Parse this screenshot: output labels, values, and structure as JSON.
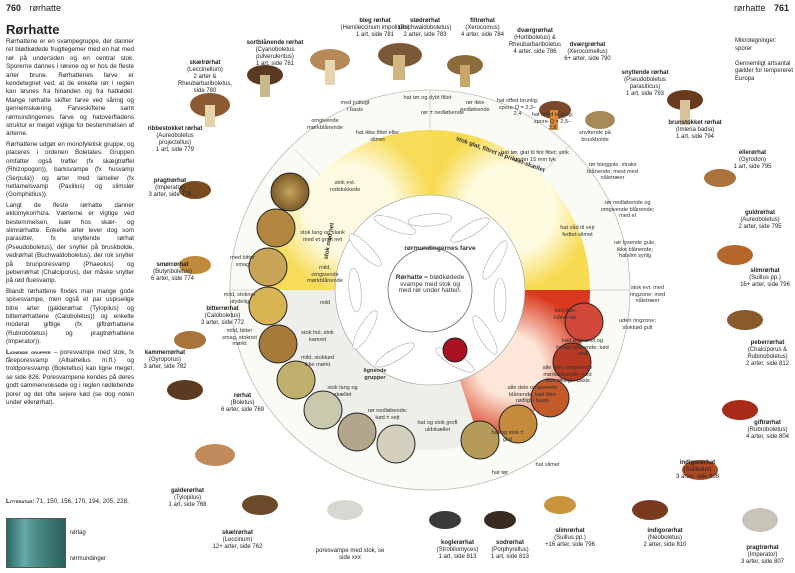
{
  "header": {
    "left_page": "760",
    "left_title": "rørhatte",
    "right_title": "rørhatte",
    "right_page": "761"
  },
  "intro": {
    "title": "Rørhatte",
    "paragraphs": [
      "Rørhattene er en svampegruppe, der danner ret blødkødede frugtlegemer med en hat med rør på undersiden og en central stok. Sporerne dannes i rørene og er hos de fleste arter brune. Rørhattenes farve er kendetegnet ved, at de enkelte rør i reglen kan løsnes fra hinanden og fra hatkødet. Mange rørhatte skifter farve ved såring og gennemskæring. Farveskiftene samt rørmundingernes farve og hatoverfladens struktur er meget vigtige for bestemmelsen af arterne.",
      "Rørhattene udgør en monofyletisk gruppe, og placeres i ordenen Boletales. Gruppen omfatter også trøfler (fx skægtrøffel (Rhizopogon)), barksvampe (fx husvamp (Serpula)) og arter med lameller (fx netlamelsvamp (Paxillus) og slimslør (Gomphidius)).",
      "Langt de fleste rørhatte danner ektomykorrhiza. Værterne er vigtige ved bestemmelsen, især hos skær- og slimrørhatte. Enkelte arter lever dog som parasitter, fx snyltende rørhat (Pseudoboletus), der snylter på bruskbolde, vedrørhat (Buchwaldoboletus), der rok snylter på brunporesvamp (Phaeolus) og peberrørhat (Chalciporus), der måske snylter på rød fluesvamp.",
      "Blandt rørhattene findes man mange gode spisesvampe, men også et par uspiselige bitre arter (galderørhat (Tylopilus) og bitterrørhattene (Caloboletus)) og enkelte moderat giftige (fx giftrørhattene (Rubroboletus) og pragtrørhattene (Imperator))."
    ],
    "similar_heading": "Lignende grupper",
    "similar_text": "– poresvampe med stok, fx fåreporesvamp (Albatrellus m.fl.) og troldporesvamp (Boletellus) kan ligne meget, se side 826. Poresvampene kendes på deres godt sammenvoksede og i reglen rødlebende porer og det ofte sejere kød (se dog noten under ellerørhat).",
    "literature_heading": "Litteratur:",
    "literature_text": "71, 150, 156, 170, 194, 205, 228."
  },
  "figure": {
    "label_tubes": "rørlag",
    "label_pores": "rørmundinger"
  },
  "right_note": "Mikrotegninger: sporer\n\nGennemligt artsantal gælder for tempereret Europa",
  "wheel": {
    "center_title": "Rørhatte",
    "center_text": "= blødkødede svampe med stok og med rør under hatten.",
    "ring_inner_label": "rørmundingernes farve",
    "ring_top_label": "stok glat, filtret til prikket-skællet",
    "ring_side_label": "stok med net",
    "lignende": "lignende grupper"
  },
  "species": [
    {
      "name": "bleg rørhat",
      "latin": "(Hemileccinum impolitum)",
      "info": "1 art, side 781"
    },
    {
      "name": "stødrørhat",
      "latin": "(Buchwaldoboletus)",
      "info": "2 arter, side 783"
    },
    {
      "name": "filtrørhat",
      "latin": "(Xerocomus)",
      "info": "4 arter, side 784"
    },
    {
      "name": "sortblånende rørhat",
      "latin": "(Cyanoboletus pulverulentus)",
      "info": "1 art, side 781"
    },
    {
      "name": "dværgrørhat",
      "latin": "(Hortiboletus) & Rheubarbariboletus",
      "info": "4 arter, side 786"
    },
    {
      "name": "dværgrørhat",
      "latin": "(Xerocomellus)",
      "info": "6+ arter, side 790"
    },
    {
      "name": "snyltende rørhat",
      "latin": "(Pseudoboletus parasiticus)",
      "info": "1 art, side 793"
    },
    {
      "name": "skælrørhat",
      "latin": "(Leccinellum)",
      "info": "2 arter & Rheubarbariboletus, side 780"
    },
    {
      "name": "brunstokket rørhat",
      "latin": "(Imleria badia)",
      "info": "1 art, side 794"
    },
    {
      "name": "ellerørhat",
      "latin": "(Gyrodon)",
      "info": "1 art, side 795"
    },
    {
      "name": "ribbestokket rørhat",
      "latin": "(Aureoboletus projectellus)",
      "info": "1 art, side 779"
    },
    {
      "name": "pragtrørhat",
      "latin": "(Imperator)",
      "info": "3 arter, side 778"
    },
    {
      "name": "guldrørhat",
      "latin": "(Aureoboletus)",
      "info": "2 arter, side 795"
    },
    {
      "name": "smørrørhat",
      "latin": "(Butyriboletus)",
      "info": "6 arter, side 774"
    },
    {
      "name": "slimrørhat",
      "latin": "(Suillus pp.)",
      "info": "16+ arter, side 796"
    },
    {
      "name": "bitterrørhat",
      "latin": "(Caloboletus)",
      "info": "3 arter, side 772"
    },
    {
      "name": "peberrørhat",
      "latin": "(Chalciporus & Rubinoboletus)",
      "info": "2 arter, side 812"
    },
    {
      "name": "kammerrørhat",
      "latin": "(Gyroporus)",
      "info": "3 arter, side 782"
    },
    {
      "name": "giftrørhat",
      "latin": "(Rubroboletus)",
      "info": "4 arter, side 804"
    },
    {
      "name": "rørhat",
      "latin": "(Boletus)",
      "info": "6 arter, side 769"
    },
    {
      "name": "indigorørhat",
      "latin": "(Suillellus)",
      "info": "3 arter, side 808"
    },
    {
      "name": "galderørhat",
      "latin": "(Tylopilus)",
      "info": "1 art, side 768"
    },
    {
      "name": "indigorørhat",
      "latin": "(Neoboletus)",
      "info": "2 arter, side 810"
    },
    {
      "name": "skælrørhat",
      "latin": "(Leccinum)",
      "info": "12+ arter, side 762"
    },
    {
      "name": "koglerørhat",
      "latin": "(Strobilomyces)",
      "info": "1 art, side 813"
    },
    {
      "name": "sodrørhat",
      "latin": "(Porphyrellus)",
      "info": "1 art, side 813"
    },
    {
      "name": "slimrørhat",
      "latin": "(Suillus pp.)",
      "info": "+16 arter, side 796"
    },
    {
      "name": "pragtrørhat",
      "latin": "(Imperator)",
      "info": "3 arter, side 807"
    },
    {
      "name": "poresvampe med stok,",
      "latin": "se side xxx",
      "info": ""
    }
  ],
  "ring_labels": [
    "hat tør og dybt filtet",
    "hat ikke filtet eller slimet",
    "omgivende mørkblånende",
    "med jodlugt i basis",
    "rør ± nedløbende",
    "rør ikke nedløbende",
    "hat offed brunlig; spore-Q = 2,3–2,4",
    "hat offed brunlig; spore-Q = 2,5–2,9",
    "hat tør, glat til fint filtet; stok under 15 mm tyk",
    "snyltende på bruskbolde",
    "rør bleggule, straks blånende; mest med nåletræer",
    "rør nedløbende og omgivende blånende; med el",
    "hat våd til vejr fedtet-slimet",
    "rør lysende gule, ikke blånende; hatslim syrlig",
    "stok evt. med ringzone; med nåletræer",
    "kød ikke blånende",
    "uden ringzone; stokkød gult",
    "kød ømpartet og hurtigt blånende; kød rødt",
    "alle dele omgivende mørkblånende, kød ikke rødligt i basis",
    "alle dele omgivende blånende, kød ikke rødligt i basis",
    "hat og stok ± glat",
    "hat tør",
    "hat slimet",
    "hat og stok groft uldskællet",
    "rør nedløbende; kød ± sejt",
    "stok lang og skællet",
    "mild, stokkød ikke mørkt",
    "mild, bitter smag, stoknet mørkt",
    "mild, stoknet utydelig",
    "stok hul, stok kamret",
    "med bitter smag",
    "mild",
    "mild, omgivende mørkblånende",
    "stok lang og slank med et groft net",
    "stok evt. rodstokkede"
  ]
}
